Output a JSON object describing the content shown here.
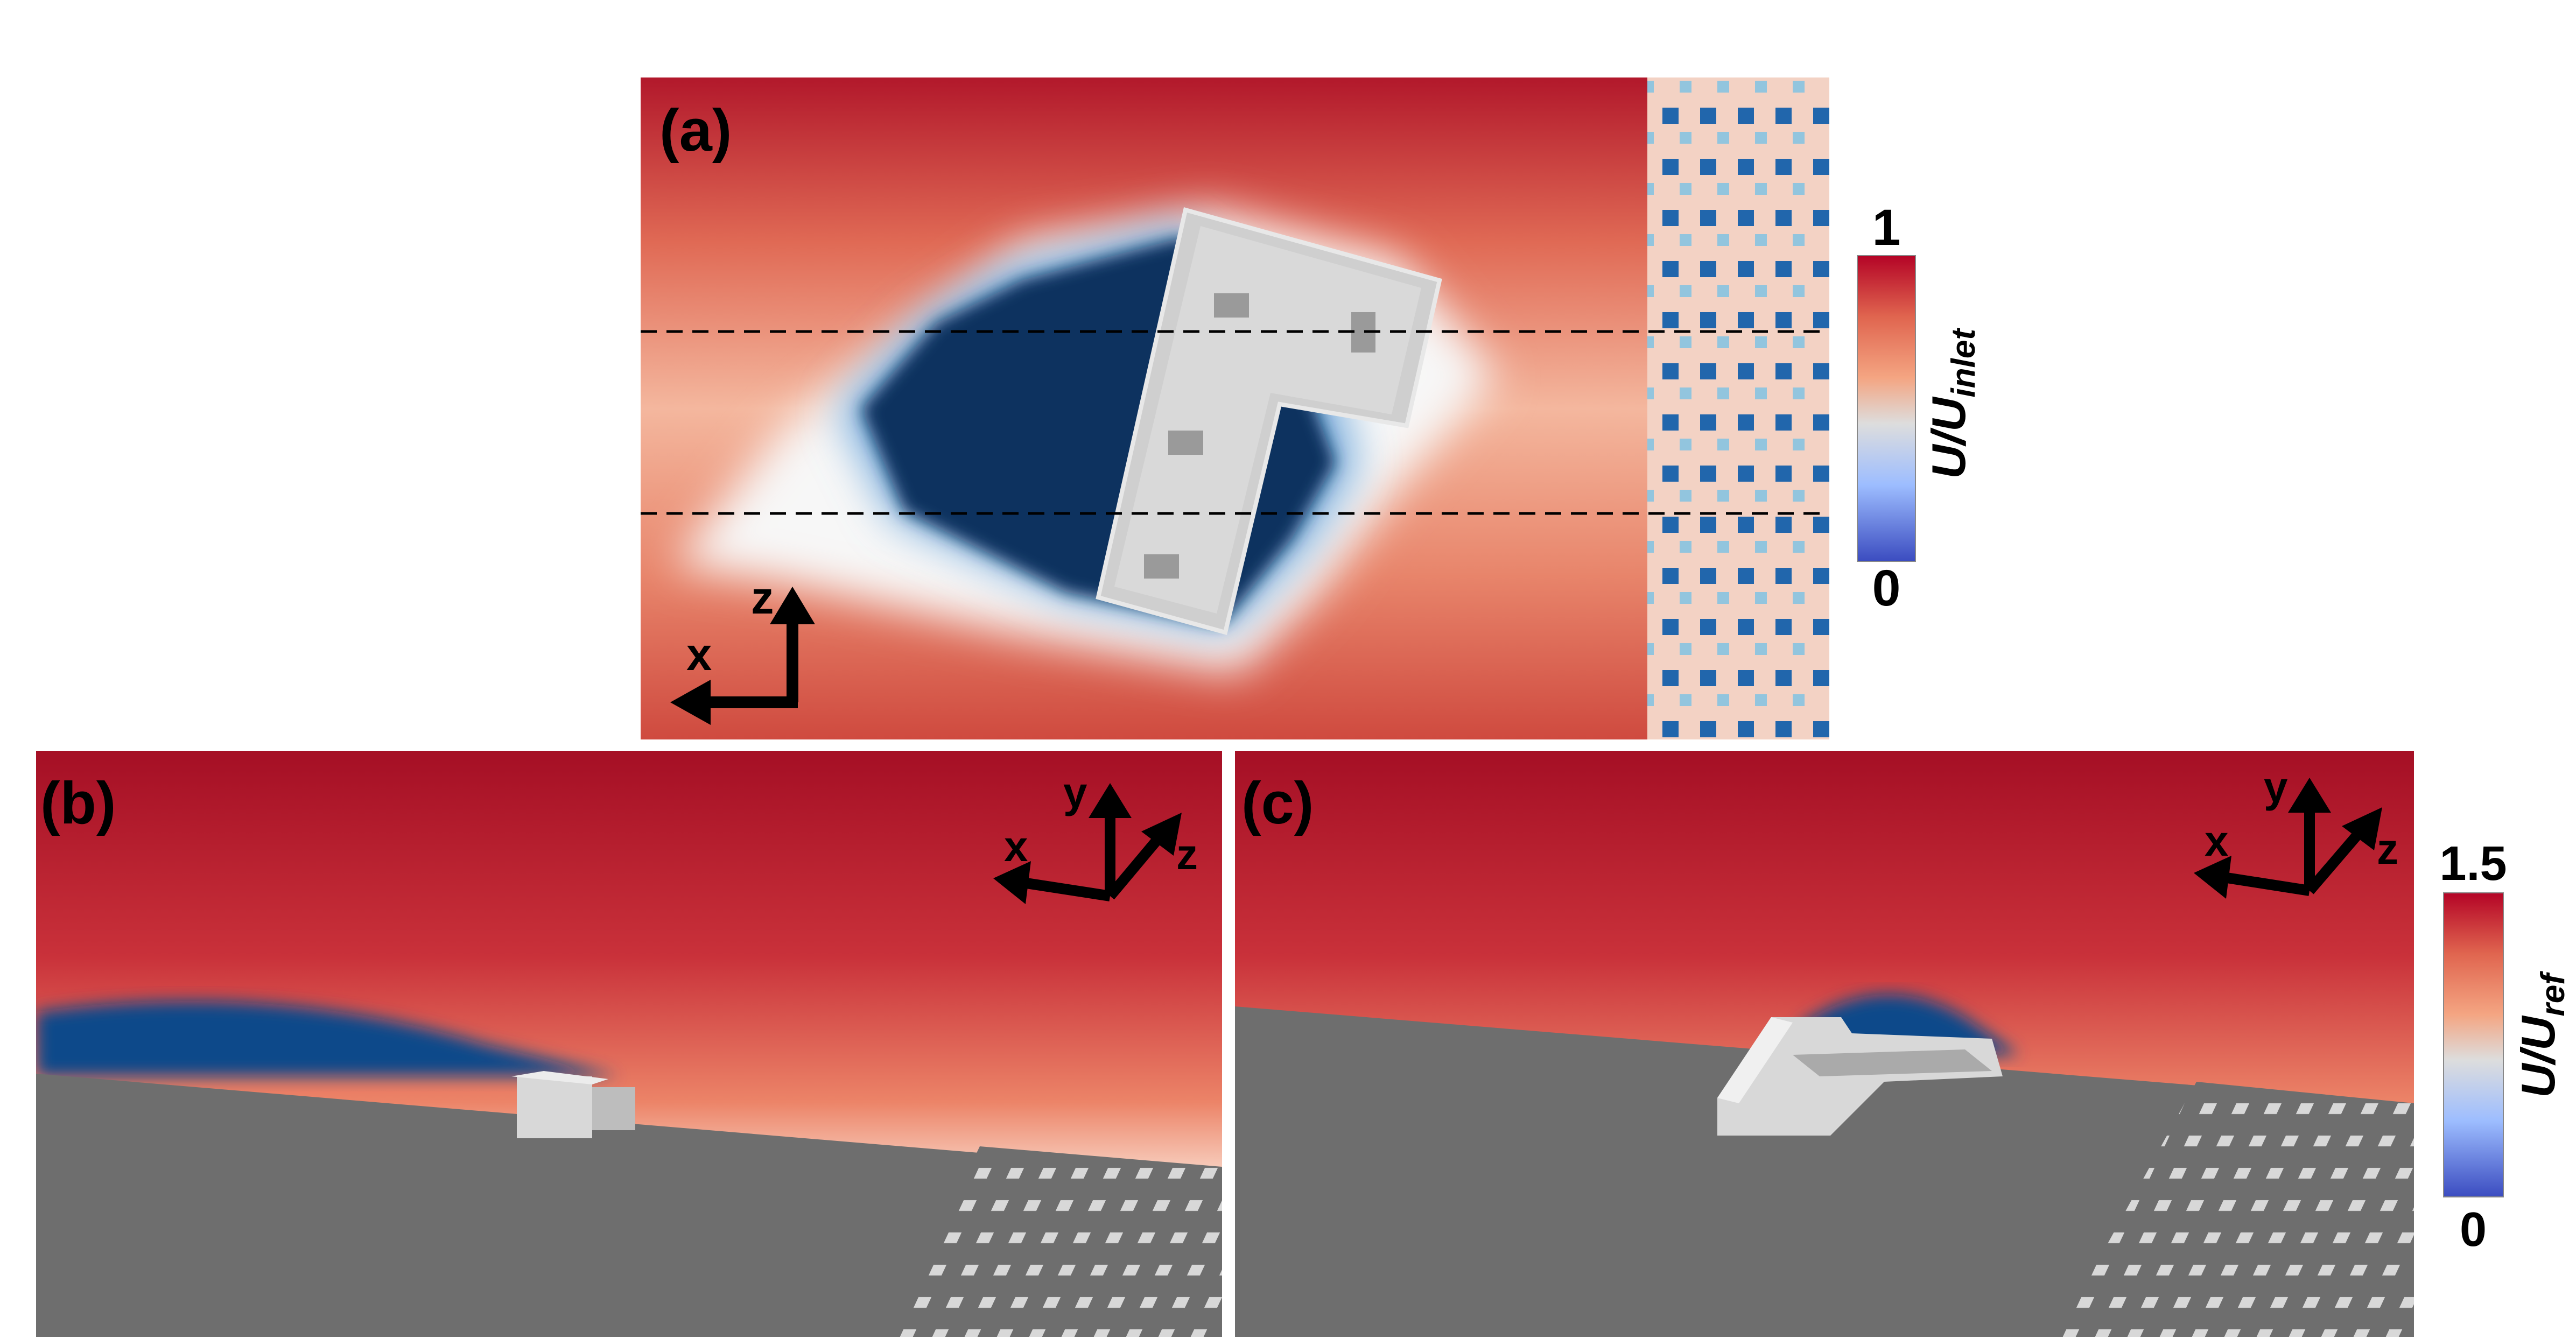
{
  "panels": {
    "a": {
      "label": "(a)",
      "axes": {
        "vertical": "z",
        "horizontal": "x"
      }
    },
    "b": {
      "label": "(b)",
      "axes": {
        "vertical": "y",
        "horizontal": "x",
        "depth": "z"
      }
    },
    "c": {
      "label": "(c)",
      "axes": {
        "vertical": "y",
        "horizontal": "x",
        "depth": "z"
      }
    }
  },
  "colorbars": [
    {
      "title_main": "U/U",
      "title_sub": "inlet",
      "max": "1",
      "min": "0"
    },
    {
      "title_main": "U/U",
      "title_sub": "ref",
      "max": "1.5",
      "min": "0"
    }
  ],
  "colors": {
    "high": "#b40426",
    "mid": "#dddddd",
    "low": "#3b4cc0",
    "wake": "#08305e",
    "ground": "#6e6e6e",
    "building": "#cfcfcf"
  }
}
